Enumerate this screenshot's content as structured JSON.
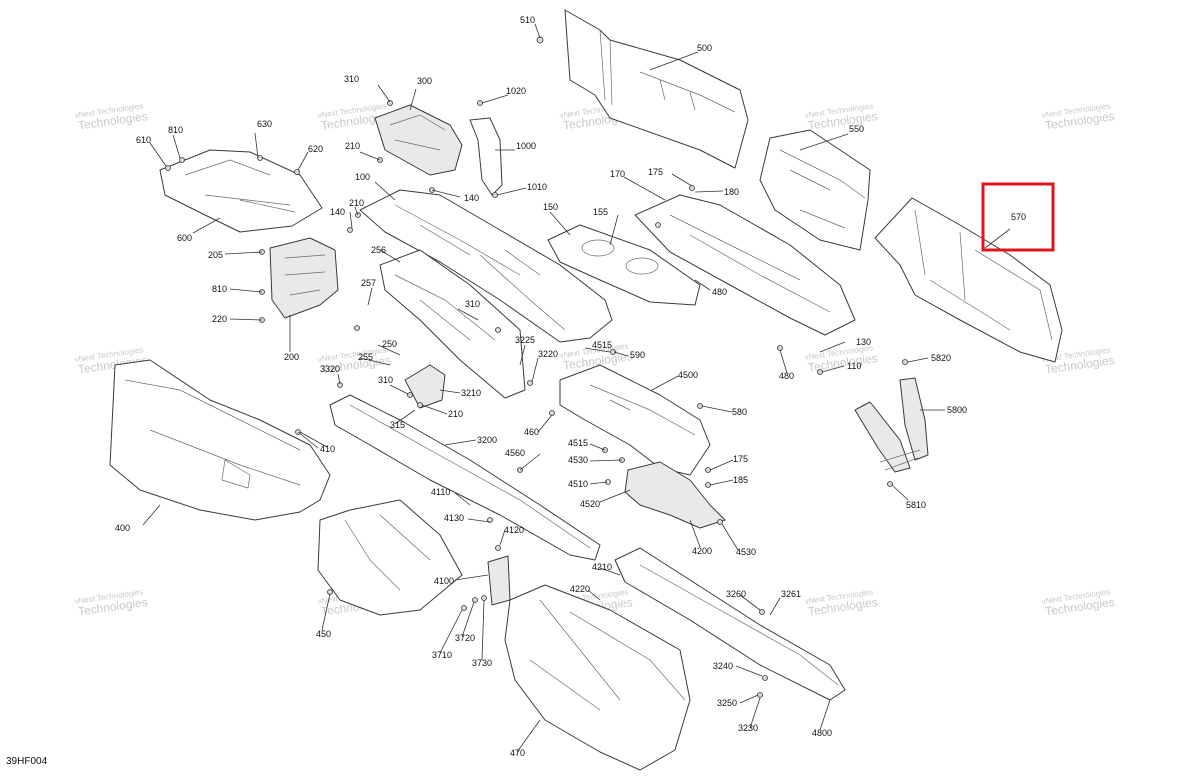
{
  "diagram_code": "39HF004",
  "highlight_color": "#e0151b",
  "watermark": {
    "line1": "vNext Technologies",
    "line2": "Technologies"
  },
  "callouts": {
    "c100": "100",
    "c110": "110",
    "c130": "130",
    "c140a": "140",
    "c140b": "140",
    "c150": "150",
    "c155": "155",
    "c170": "170",
    "c175a": "175",
    "c175b": "175",
    "c180": "180",
    "c185": "185",
    "c200": "200",
    "c205": "205",
    "c210a": "210",
    "c210b": "210",
    "c210c": "210",
    "c220": "220",
    "c250": "250",
    "c255": "255",
    "c256": "256",
    "c257": "257",
    "c300": "300",
    "c310a": "310",
    "c310b": "310",
    "c310c": "310",
    "c315": "315",
    "c400": "400",
    "c410": "410",
    "c450": "450",
    "c460": "460",
    "c470": "470",
    "c480a": "480",
    "c480b": "480",
    "c500": "500",
    "c510": "510",
    "c550": "550",
    "c570": "570",
    "c580": "580",
    "c590": "590",
    "c600": "600",
    "c610": "610",
    "c620": "620",
    "c630": "630",
    "c810a": "810",
    "c810b": "810",
    "c1000": "1000",
    "c1010": "1010",
    "c1020": "1020",
    "c3200": "3200",
    "c3210": "3210",
    "c3220": "3220",
    "c3225": "3225",
    "c3230": "3230",
    "c3240": "3240",
    "c3250": "3250",
    "c3260": "3260",
    "c3261": "3261",
    "c3320": "3320",
    "c3710": "3710",
    "c3720": "3720",
    "c3730": "3730",
    "c4100": "4100",
    "c4110": "4110",
    "c4120": "4120",
    "c4130": "4130",
    "c4200": "4200",
    "c4210": "4210",
    "c4220": "4220",
    "c4500": "4500",
    "c4510": "4510",
    "c4515": "4515",
    "c4520": "4520",
    "c4530a": "4530",
    "c4530b": "4530",
    "c4560": "4560",
    "c4800": "4800",
    "c5800": "5800",
    "c5810": "5810",
    "c5820": "5820"
  }
}
